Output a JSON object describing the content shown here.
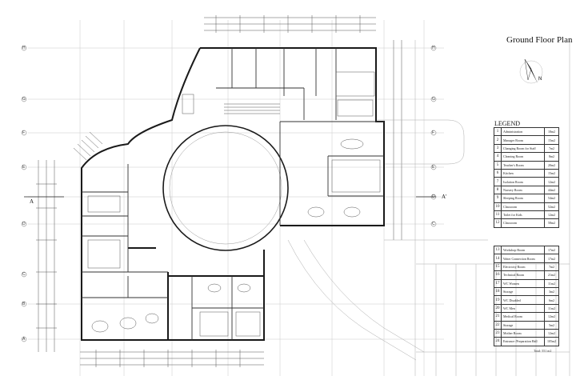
{
  "title": "Ground Floor Plan",
  "north_label": "N",
  "legend_title": "LEGEND",
  "section_left": "A",
  "section_right": "A'",
  "legend_1": [
    {
      "no": "1",
      "room": "Administration",
      "area": "18m2"
    },
    {
      "no": "2",
      "room": "Manager Room",
      "area": "15m2"
    },
    {
      "no": "3",
      "room": "Changing Room for Staff",
      "area": "7m2"
    },
    {
      "no": "4",
      "room": "Cleaning Room",
      "area": "8m2"
    },
    {
      "no": "5",
      "room": "Teacher's Room",
      "area": "20m2"
    },
    {
      "no": "6",
      "room": "Kitchen",
      "area": "15m2"
    },
    {
      "no": "7",
      "room": "Isolation Room",
      "area": "12m2"
    },
    {
      "no": "8",
      "room": "Nursery Room",
      "area": "44m2"
    },
    {
      "no": "9",
      "room": "Sleeping Room",
      "area": "54m2"
    },
    {
      "no": "10",
      "room": "Classroom",
      "area": "52m2"
    },
    {
      "no": "11",
      "room": "Toilet for Kids",
      "area": "12m2"
    },
    {
      "no": "12",
      "room": "Classroom",
      "area": "58m2"
    }
  ],
  "legend_2": [
    {
      "no": "13",
      "room": "Workshop Room",
      "area": "17m2"
    },
    {
      "no": "14",
      "room": "Water Connection Room",
      "area": "17m2"
    },
    {
      "no": "15",
      "room": "Electricity Room",
      "area": "7m2"
    },
    {
      "no": "16",
      "room": "Technical Room",
      "area": "21m2"
    },
    {
      "no": "17",
      "room": "WC Women",
      "area": "11m2"
    },
    {
      "no": "18",
      "room": "Storage",
      "area": "3m2"
    },
    {
      "no": "19",
      "room": "WC Disabled",
      "area": "6m2"
    },
    {
      "no": "20",
      "room": "WC Men",
      "area": "11m2"
    },
    {
      "no": "21",
      "room": "Medical Room",
      "area": "12m2"
    },
    {
      "no": "22",
      "room": "Storage",
      "area": "5m2"
    },
    {
      "no": "23",
      "room": "Mother Room",
      "area": "12m2"
    },
    {
      "no": "24",
      "room": "Entrance /Preparation Hall",
      "area": "105m2"
    }
  ],
  "total": "Total: 551 m2",
  "grid_left": [
    "H",
    "G",
    "F",
    "E",
    "D",
    "C",
    "B",
    "A"
  ],
  "grid_right": [
    "H",
    "G",
    "F",
    "E",
    "D",
    "C"
  ],
  "colors": {
    "line": "#222222",
    "light_line": "#9a9a9a",
    "grid": "#c4c4c4",
    "paper": "#ffffff"
  }
}
